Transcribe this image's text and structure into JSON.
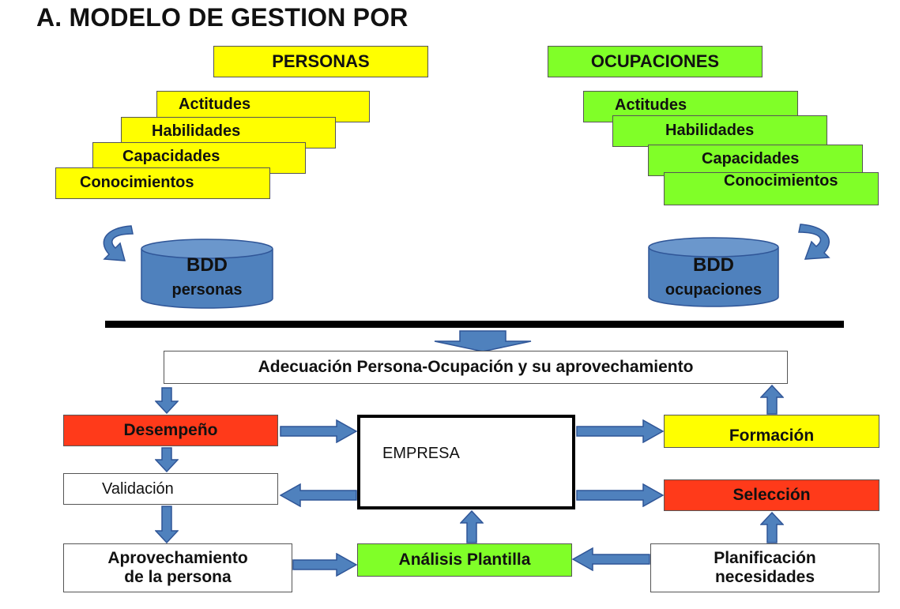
{
  "title": "A. MODELO DE GESTION POR",
  "personas": {
    "header": "PERSONAS",
    "items": [
      "Actitudes",
      "Habilidades",
      "Capacidades",
      "Conocimientos"
    ],
    "db_title": "BDD",
    "db_sub": "personas"
  },
  "ocupaciones": {
    "header": "OCUPACIONES",
    "items": [
      "Actitudes",
      "Habilidades",
      "Capacidades",
      "Conocimientos"
    ],
    "db_title": "BDD",
    "db_sub": "ocupaciones"
  },
  "flow": {
    "adecuacion": "Adecuación Persona-Ocupación y su aprovechamiento",
    "desempeno": "Desempeño",
    "validacion": "Validación",
    "aprovechamiento_l1": "Aprovechamiento",
    "aprovechamiento_l2": "de la persona",
    "empresa": "EMPRESA",
    "analisis": "Análisis Plantilla",
    "formacion": "Formación",
    "seleccion": "Selección",
    "planificacion_l1": "Planificación",
    "planificacion_l2": "necesidades"
  },
  "colors": {
    "yellow": "#ffff00",
    "green": "#80ff28",
    "red": "#ff3a1a",
    "arrow_blue": "#4f81bd",
    "cylinder_blue": "#4f81bd"
  }
}
